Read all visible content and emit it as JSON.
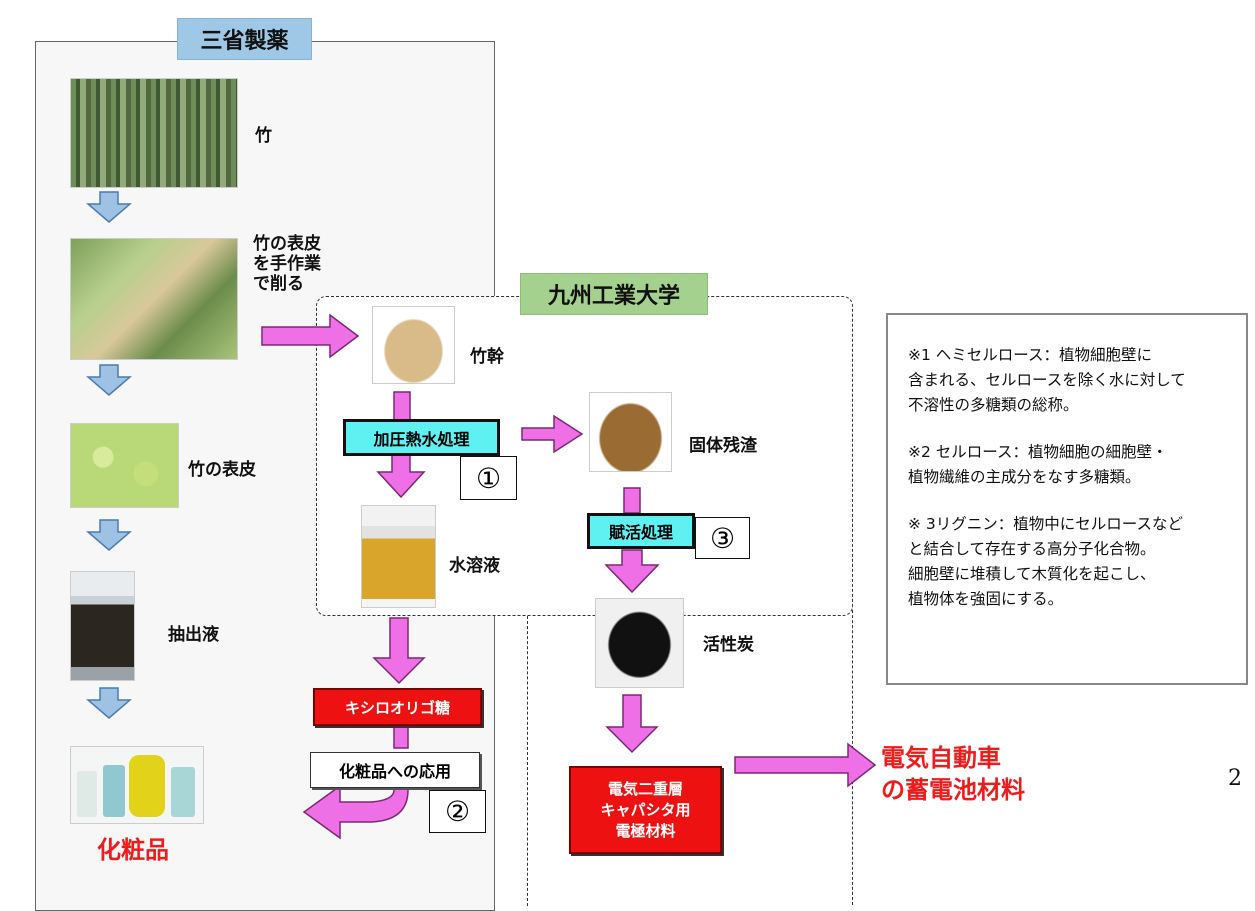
{
  "sansei": {
    "title": "三省製薬"
  },
  "kit": {
    "title": "九州工業大学"
  },
  "left_flow": {
    "bamboo": "竹",
    "peeling": "竹の表皮\nを手作業\nで削る",
    "peel": "竹の表皮",
    "extract": "抽出液",
    "cosmetics": "化粧品"
  },
  "center_flow": {
    "culm": "竹幹",
    "pressurized": "加圧熱水処理",
    "num1": "①",
    "solution": "水溶液",
    "xylo": "キシロオリゴ糖",
    "cosme_app": "化粧品への応用",
    "num2": "②"
  },
  "right_flow": {
    "residue": "固体残渣",
    "activation": "賦活処理",
    "num3": "③",
    "carbon": "活性炭",
    "edlc": "電気二重層\nキャパシタ用\n電極材料",
    "ev": "電気自動車\nの蓄電池材料"
  },
  "notes": [
    "※1 ヘミセルロース：植物細胞壁に\n含まれる、セルロースを除く水に対して\n不溶性の多糖類の総称。",
    "※2 セルロース：植物細胞の細胞壁・\n植物繊維の主成分をなす多糖類。",
    "※ 3リグニン：植物中にセルロースなど\nと結合して存在する高分子化合物。\n細胞壁に堆積して木質化を起こし、\n植物体を強固にする。"
  ],
  "page_number": "2",
  "colors": {
    "blue_arrow": "#9ec2e4",
    "pink_arrow": "#ee6fe6",
    "red_text": "#ee1c1c",
    "cyan_box": "#5ff0f2"
  }
}
